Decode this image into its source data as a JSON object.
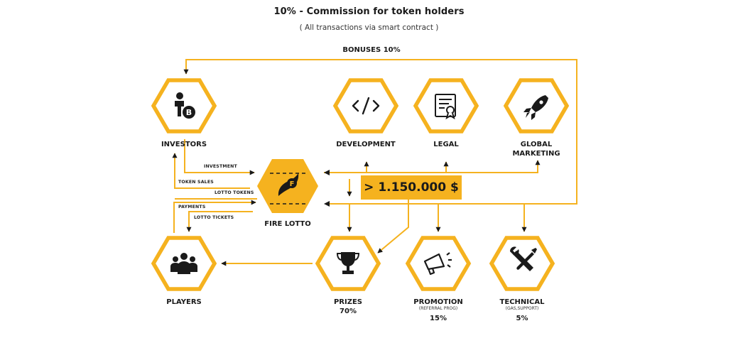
{
  "title": "10% - Commission for token holders",
  "subtitle": "( All transactions via smart contract )",
  "bonuses_label": "BONUSES 10%",
  "amount": "> 1.150.000 $",
  "flows": {
    "investment": "INVESTMENT",
    "token_sales": "TOKEN SALES",
    "lotto_tokens": "LOTTO TOKENS",
    "payments": "PAYMENTS",
    "lotto_tickets": "LOTTO TICKETS"
  },
  "nodes": {
    "investors": {
      "label": "INVESTORS",
      "icon": "investor-bitcoin-icon"
    },
    "development": {
      "label": "DEVELOPMENT",
      "icon": "code-icon"
    },
    "legal": {
      "label": "LEGAL",
      "icon": "certificate-icon"
    },
    "global_marketing": {
      "label_line1": "GLOBAL",
      "label_line2": "MARKETING",
      "icon": "rocket-icon"
    },
    "fire_lotto": {
      "label": "FIRE LOTTO",
      "icon": "fire-lotto-logo-icon"
    },
    "players": {
      "label": "PLAYERS",
      "icon": "people-group-icon"
    },
    "prizes": {
      "label": "PRIZES",
      "percent": "70%",
      "icon": "trophy-icon"
    },
    "promotion": {
      "label": "PROMOTION",
      "note": "(REFERRAL PROG)",
      "percent": "15%",
      "icon": "megaphone-icon"
    },
    "technical": {
      "label": "TECHNICAL",
      "note": "(GAS,SUPPORT)",
      "percent": "5%",
      "icon": "tools-icon"
    }
  },
  "colors": {
    "accent": "#f5b21f",
    "line": "#f5b21f",
    "text": "#1a1a1a",
    "icon": "#1a1a1a"
  }
}
